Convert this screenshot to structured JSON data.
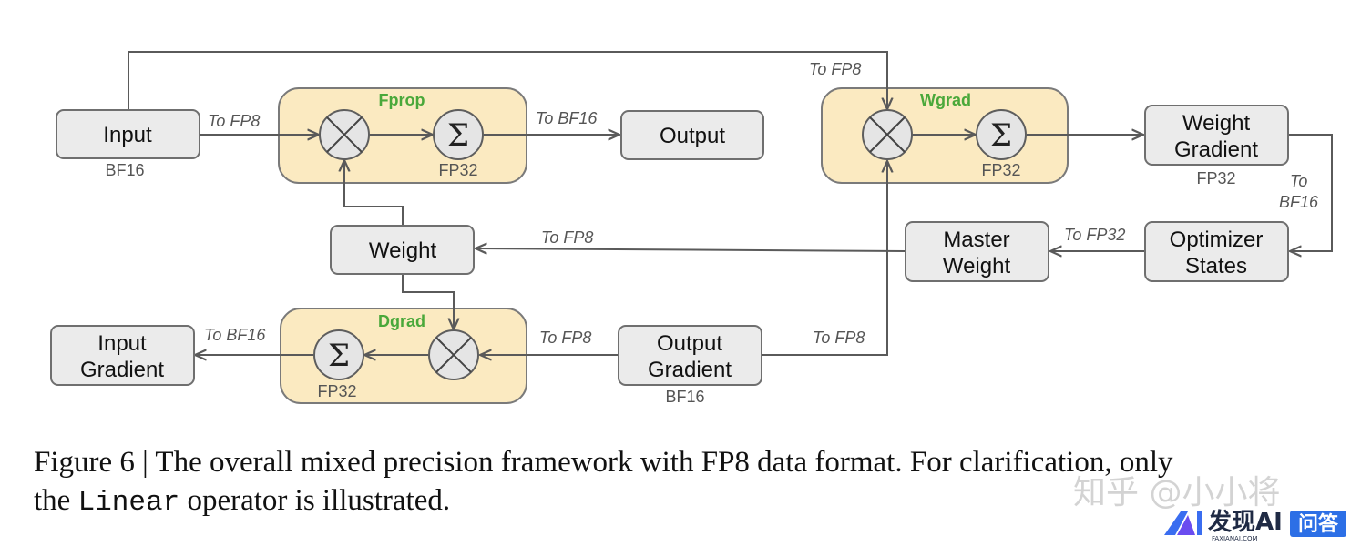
{
  "groups": {
    "fprop": "Fprop",
    "wgrad": "Wgrad",
    "dgrad": "Dgrad"
  },
  "nodes": {
    "input": "Input",
    "input_precision": "BF16",
    "output": "Output",
    "weight": "Weight",
    "weight_gradient_line1": "Weight",
    "weight_gradient_line2": "Gradient",
    "weight_gradient_precision": "FP32",
    "master_weight_line1": "Master",
    "master_weight_line2": "Weight",
    "optimizer_states_line1": "Optimizer",
    "optimizer_states_line2": "States",
    "input_gradient_line1": "Input",
    "input_gradient_line2": "Gradient",
    "output_gradient_line1": "Output",
    "output_gradient_line2": "Gradient",
    "output_gradient_precision": "BF16"
  },
  "ops": {
    "sigma_symbol": "Σ",
    "fprop_accum_precision": "FP32",
    "wgrad_accum_precision": "FP32",
    "dgrad_accum_precision": "FP32"
  },
  "edge_labels": {
    "input_to_fprop": "To FP8",
    "fprop_to_output": "To BF16",
    "input_to_wgrad": "To FP8",
    "master_to_weight": "To FP8",
    "weightgrad_to_optimizer_1": "To",
    "weightgrad_to_optimizer_2": "BF16",
    "optimizer_to_master": "To FP32",
    "dgrad_to_input_gradient": "To BF16",
    "output_gradient_to_dgrad": "To FP8",
    "output_gradient_to_wgrad": "To FP8"
  },
  "caption": {
    "line1": "Figure 6 | The overall mixed precision framework with FP8 data format. For clarification, only",
    "line2_prefix": "the ",
    "line2_code": "Linear",
    "line2_suffix": " operator is illustrated."
  },
  "watermark": {
    "text": "知乎 @小小将",
    "logo_text": "发现AI",
    "logo_sub": "FAXIANAI.COM",
    "badge": "问答"
  }
}
